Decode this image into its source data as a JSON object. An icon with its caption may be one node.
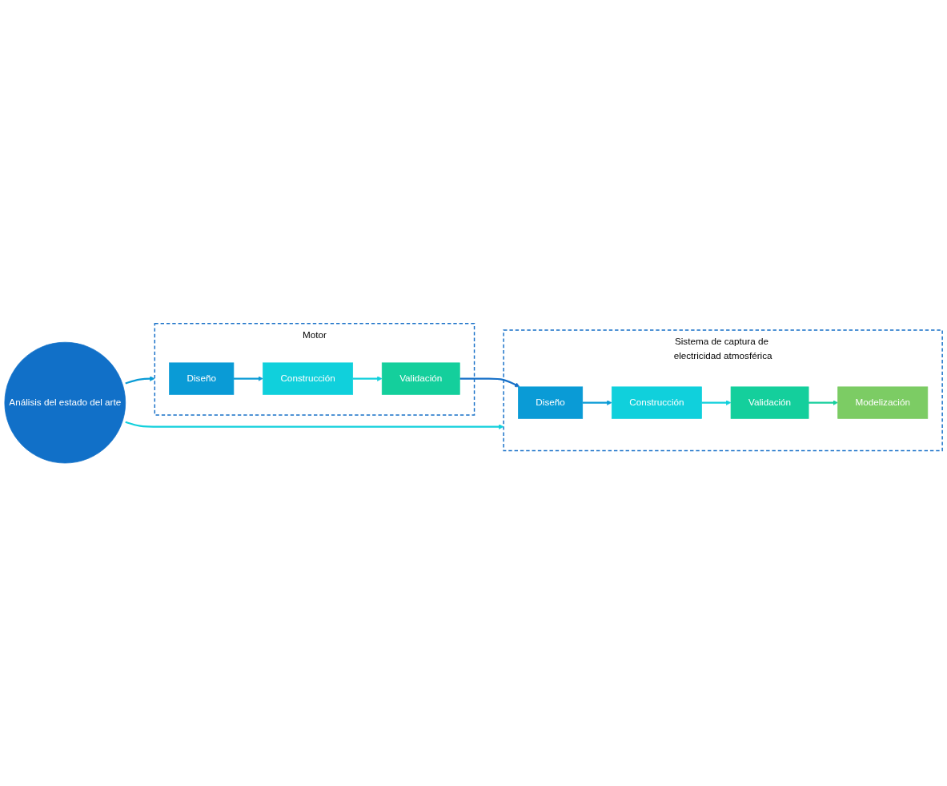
{
  "diagram": {
    "nodes": [
      {
        "text": [
          "Análisis del estado del arte"
        ]
      },
      {
        "text": [
          "Motor"
        ]
      },
      {
        "text": [
          "Diseño"
        ],
        "in": 1
      },
      {
        "text": [
          "Construcción"
        ],
        "in": 1
      },
      {
        "text": [
          "Validación"
        ],
        "in": 1
      },
      {
        "text": [
          "Sistema de captura de electricidad atmosférica"
        ]
      },
      {
        "text": [
          "Diseño"
        ],
        "in": 5
      },
      {
        "text": [
          "Construcción"
        ],
        "in": 5
      },
      {
        "text": [
          "Validación"
        ],
        "in": 5
      },
      {
        "text": [
          "Modelización"
        ],
        "in": 5
      }
    ],
    "edges": [
      {
        "from": 0,
        "to": 1,
        "arrow": "to",
        "color": "#0a9bd6"
      },
      {
        "from": 0,
        "to": 5,
        "arrow": "to",
        "color": "#10d0dc"
      },
      {
        "from": 2,
        "to": 3,
        "arrow": "to",
        "color": "#0a9bd6"
      },
      {
        "from": 3,
        "to": 4,
        "arrow": "to",
        "color": "#10d0dc"
      },
      {
        "from": 4,
        "to": 6,
        "arrow": "to",
        "color": "#1770c8"
      },
      {
        "from": 6,
        "to": 7,
        "arrow": "to",
        "color": "#0a9bd6"
      },
      {
        "from": 7,
        "to": 8,
        "arrow": "to",
        "color": "#10d0dc"
      },
      {
        "from": 8,
        "to": 9,
        "arrow": "to",
        "color": "#16cf9c"
      }
    ]
  }
}
